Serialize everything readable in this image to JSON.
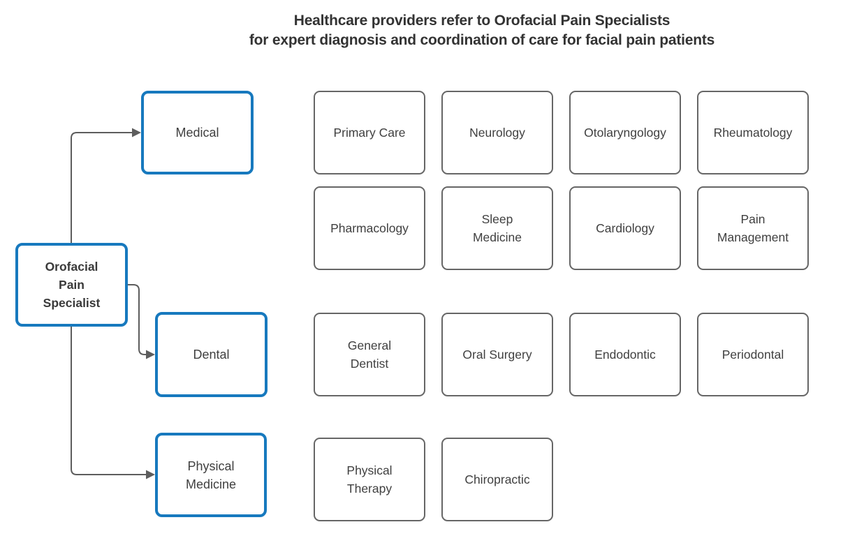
{
  "title": {
    "line1": "Healthcare providers refer to Orofacial Pain Specialists",
    "line2": "for expert diagnosis and coordination of care for facial pain patients"
  },
  "root": {
    "label": "Orofacial Pain Specialist"
  },
  "branches": [
    {
      "label": "Medical",
      "children": [
        "Primary Care",
        "Neurology",
        "Otolaryngology",
        "Rheumatology",
        "Pharmacology",
        "Sleep Medicine",
        "Cardiology",
        "Pain Management"
      ]
    },
    {
      "label": "Dental",
      "children": [
        "General Dentist",
        "Oral Surgery",
        "Endodontic",
        "Periodontal"
      ]
    },
    {
      "label": "Physical Medicine",
      "children": [
        "Physical Therapy",
        "Chiropractic"
      ]
    }
  ],
  "colors": {
    "category_border": "#1779be",
    "item_border": "#666666",
    "connector": "#5d5d5d",
    "title_text": "#333333",
    "node_text": "#404040",
    "background": "#ffffff"
  }
}
